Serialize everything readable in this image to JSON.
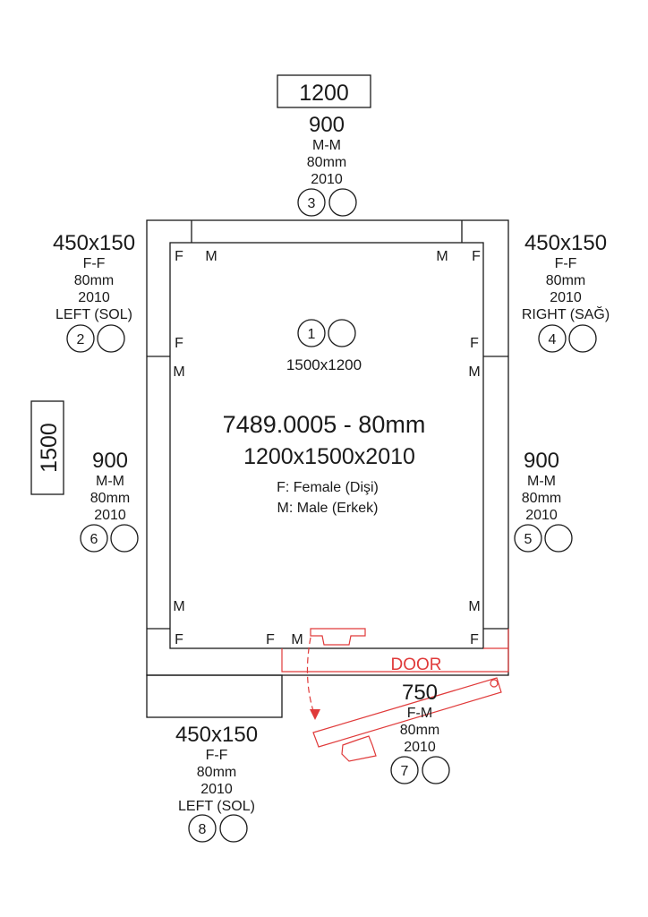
{
  "dimensions": {
    "top": "1200",
    "left": "1500"
  },
  "center": {
    "code": "7489.0005 - 80mm",
    "size": "1200x1500x2010",
    "legend_f_key": "F:",
    "legend_f_text": "Female (Dişi)",
    "legend_m_key": "M:",
    "legend_m_text": "Male (Erkek)"
  },
  "panels": {
    "p1": {
      "num": "1",
      "size": "1500x1200"
    },
    "p2": {
      "num": "2",
      "size": "450x150",
      "type": "F-F",
      "thick": "80mm",
      "height": "2010",
      "side": "LEFT (SOL)"
    },
    "p3": {
      "num": "3",
      "size": "900",
      "type": "M-M",
      "thick": "80mm",
      "height": "2010"
    },
    "p4": {
      "num": "4",
      "size": "450x150",
      "type": "F-F",
      "thick": "80mm",
      "height": "2010",
      "side": "RIGHT (SAĞ)"
    },
    "p5": {
      "num": "5",
      "size": "900",
      "type": "M-M",
      "thick": "80mm",
      "height": "2010"
    },
    "p6": {
      "num": "6",
      "size": "900",
      "type": "M-M",
      "thick": "80mm",
      "height": "2010"
    },
    "p7": {
      "num": "7",
      "size": "750",
      "type": "F-M",
      "thick": "80mm",
      "height": "2010"
    },
    "p8": {
      "num": "8",
      "size": "450x150",
      "type": "F-F",
      "thick": "80mm",
      "height": "2010",
      "side": "LEFT (SOL)"
    }
  },
  "corner_marks": {
    "female": "F",
    "male": "M"
  },
  "door_label": "DOOR",
  "colors": {
    "line": "#1a1a1a",
    "door": "#e03a3a",
    "background": "#ffffff"
  }
}
